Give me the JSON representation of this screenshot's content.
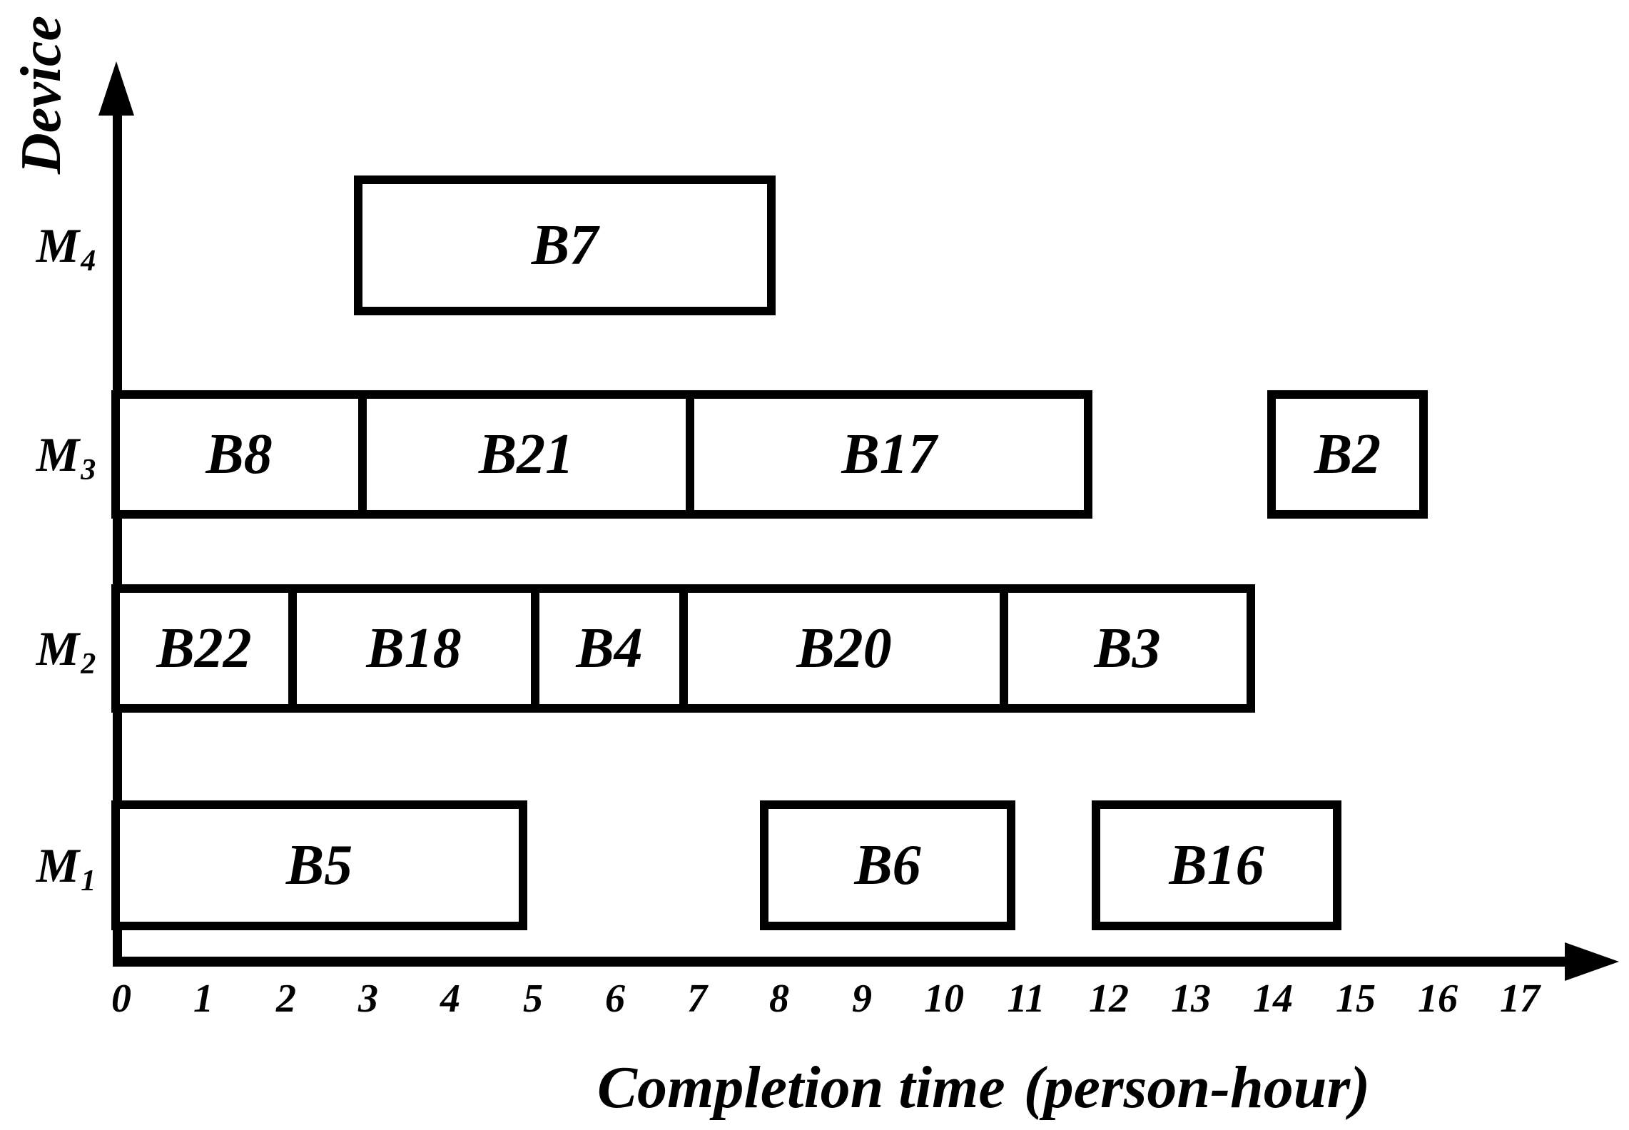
{
  "figure": {
    "y_axis_title": "Device",
    "x_axis_title_main": "Completion time",
    "x_axis_title_unit": "(person-hour)"
  },
  "chart_data": {
    "type": "gantt",
    "title": "",
    "ylabel": "Device",
    "xlabel": "Completion time (person-hour)",
    "x_ticks": [
      0,
      1,
      2,
      3,
      4,
      5,
      6,
      7,
      8,
      9,
      10,
      11,
      12,
      13,
      14,
      15,
      16,
      17
    ],
    "xlim": [
      0,
      18.2
    ],
    "grid": false,
    "bar_fill": "#ffffff",
    "bar_border": "#000000",
    "rows": [
      {
        "device_main": "M",
        "device_sub": "4",
        "tasks": [
          {
            "label": "B7",
            "start": 2.95,
            "end": 7.97
          }
        ]
      },
      {
        "device_main": "M",
        "device_sub": "3",
        "tasks": [
          {
            "label": "B8",
            "start": 0,
            "end": 3.0
          },
          {
            "label": "B21",
            "start": 3.0,
            "end": 6.98
          },
          {
            "label": "B17",
            "start": 6.98,
            "end": 11.82
          },
          {
            "label": "B2",
            "start": 14.05,
            "end": 15.9
          }
        ]
      },
      {
        "device_main": "M",
        "device_sub": "2",
        "tasks": [
          {
            "label": "B22",
            "start": 0,
            "end": 2.15
          },
          {
            "label": "B18",
            "start": 2.15,
            "end": 5.1
          },
          {
            "label": "B4",
            "start": 5.1,
            "end": 6.9
          },
          {
            "label": "B20",
            "start": 6.9,
            "end": 10.8
          },
          {
            "label": "B3",
            "start": 10.8,
            "end": 13.8
          }
        ]
      },
      {
        "device_main": "M",
        "device_sub": "1",
        "tasks": [
          {
            "label": "B5",
            "start": 0,
            "end": 4.95
          },
          {
            "label": "B6",
            "start": 7.88,
            "end": 10.88
          },
          {
            "label": "B16",
            "start": 11.92,
            "end": 14.85
          }
        ]
      }
    ]
  }
}
